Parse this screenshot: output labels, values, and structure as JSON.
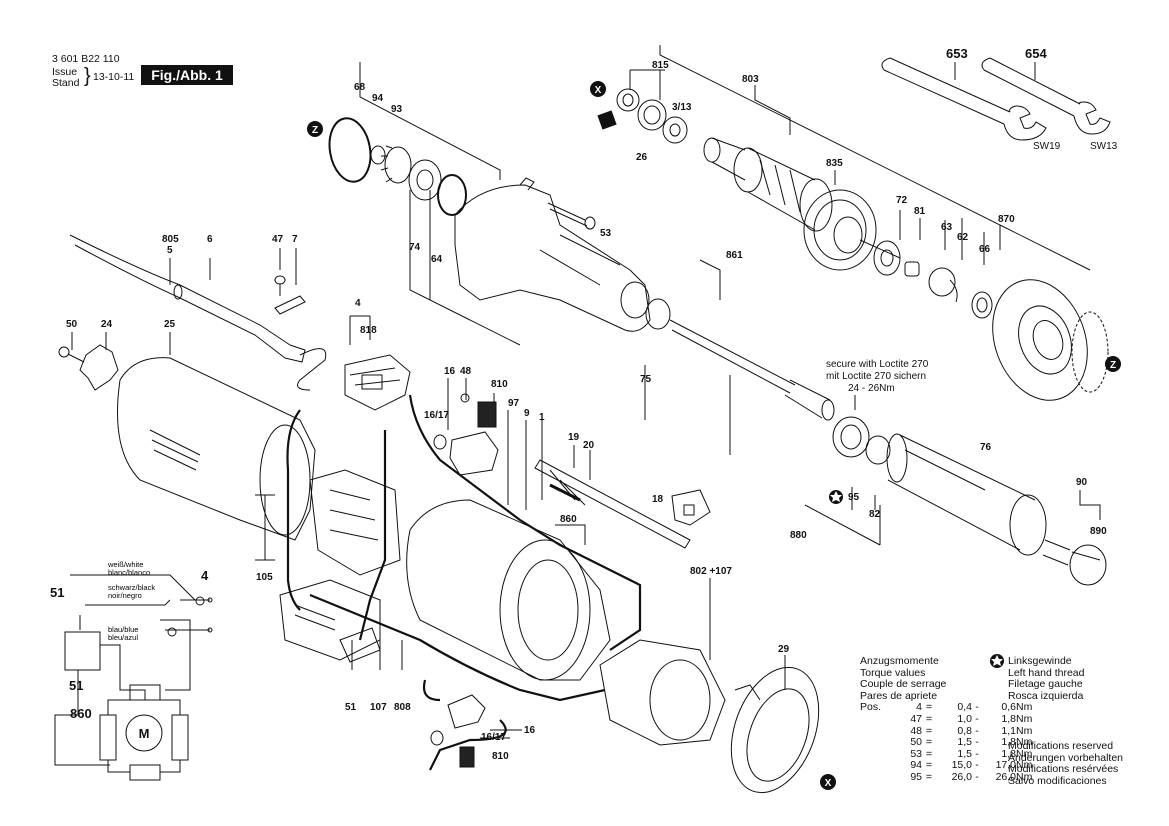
{
  "header": {
    "doc_number": "3 601 B22 110",
    "issue_label": "Issue",
    "stand_label": "Stand",
    "date": "13-10-11",
    "figure_label": "Fig./Abb. 1"
  },
  "part_labels": {
    "p653": "653",
    "p654": "654",
    "sw19": "SW19",
    "sw13": "SW13",
    "p815": "815",
    "p803": "803",
    "p3_13": "3/13",
    "p26": "26",
    "p835": "835",
    "p68": "68",
    "p94": "94",
    "p93": "93",
    "p74": "74",
    "p64": "64",
    "p53": "53",
    "p861": "861",
    "p72": "72",
    "p81": "81",
    "p63": "63",
    "p62": "62",
    "p66": "66",
    "p870": "870",
    "p805": "805",
    "p5": "5",
    "p6": "6",
    "p47": "47",
    "p7": "7",
    "p50": "50",
    "p24": "24",
    "p25": "25",
    "p4": "4",
    "p818": "818",
    "p16": "16",
    "p48": "48",
    "p810": "810",
    "p16_17": "16/17",
    "p97": "97",
    "p9": "9",
    "p1": "1",
    "p19": "19",
    "p20": "20",
    "p18": "18",
    "p75": "75",
    "p76": "76",
    "p95": "95",
    "p82": "82",
    "p90": "90",
    "p890": "890",
    "p880": "880",
    "p860": "860",
    "p802_107": "802 +107",
    "p105": "105",
    "p29": "29",
    "p51": "51",
    "p107": "107",
    "p808": "808",
    "p16b": "16",
    "p16_17b": "16/17",
    "p810b": "810",
    "loctite_en": "secure with Loctite 270",
    "loctite_de": "mit Loctite 270 sichern",
    "loctite_torque": "24 - 26Nm"
  },
  "markers": {
    "x": "X",
    "z": "Z",
    "motor": "M"
  },
  "schematic": {
    "wire_white": "weiß/white",
    "wire_white2": "blanc/blanco",
    "wire_black": "schwarz/black",
    "wire_black2": "noir/negro",
    "wire_blue": "blau/blue",
    "wire_blue2": "bleu/azul",
    "num4": "4",
    "num51a": "51",
    "num51b": "51",
    "num860": "860"
  },
  "torque": {
    "titles": [
      "Anzugsmomente",
      "Torque values",
      "Couple de serrage",
      "Pares de apriete"
    ],
    "rows": [
      {
        "label": "Pos.",
        "pos": "4",
        "min": "0,4",
        "max": "0,6",
        "unit": "Nm"
      },
      {
        "label": "",
        "pos": "47",
        "min": "1,0",
        "max": "1,8",
        "unit": "Nm"
      },
      {
        "label": "",
        "pos": "48",
        "min": "0,8",
        "max": "1,1",
        "unit": "Nm"
      },
      {
        "label": "",
        "pos": "50",
        "min": "1,5",
        "max": "1,8",
        "unit": "Nm"
      },
      {
        "label": "",
        "pos": "53",
        "min": "1,5",
        "max": "1,8",
        "unit": "Nm"
      },
      {
        "label": "",
        "pos": "94",
        "min": "15,0",
        "max": "17,0",
        "unit": "Nm"
      },
      {
        "label": "",
        "pos": "95",
        "min": "26,0",
        "max": "26,0",
        "unit": "Nm"
      }
    ]
  },
  "left_thread": [
    "Linksgewinde",
    "Left hand thread",
    "Filetage gauche",
    "Rosca izquierda"
  ],
  "modifications": [
    "Modifications reserved",
    "Änderungen vorbehalten",
    "Modifications resérvées",
    "Salvo modificaciones"
  ]
}
